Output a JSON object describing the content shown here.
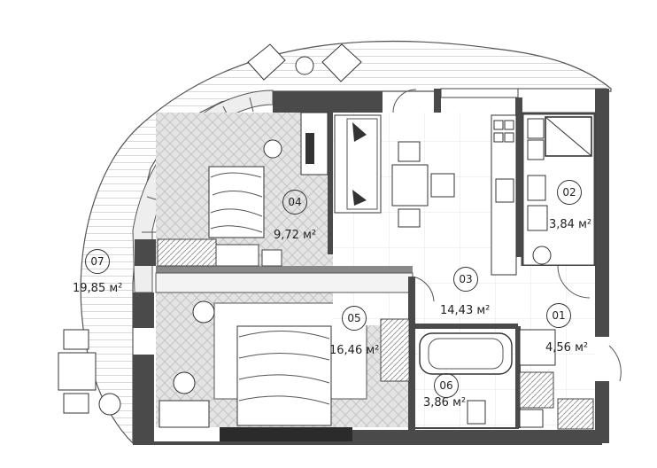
{
  "rooms": [
    {
      "id": "01",
      "area": "4,56 м²"
    },
    {
      "id": "02",
      "area": "3,84 м²"
    },
    {
      "id": "03",
      "area": "14,43 м²"
    },
    {
      "id": "04",
      "area": "9,72 м²"
    },
    {
      "id": "05",
      "area": "16,46 м²"
    },
    {
      "id": "06",
      "area": "3,86 м²"
    },
    {
      "id": "07",
      "area": "19,85 м²"
    }
  ],
  "colors": {
    "wall": "#4a4a4a",
    "wall_dark": "#2b2b2b",
    "parquet": "#dcdcdc",
    "tile_line": "#cfcfcf",
    "terrace_line": "#c8c8c8",
    "furniture_stroke": "#333333"
  }
}
